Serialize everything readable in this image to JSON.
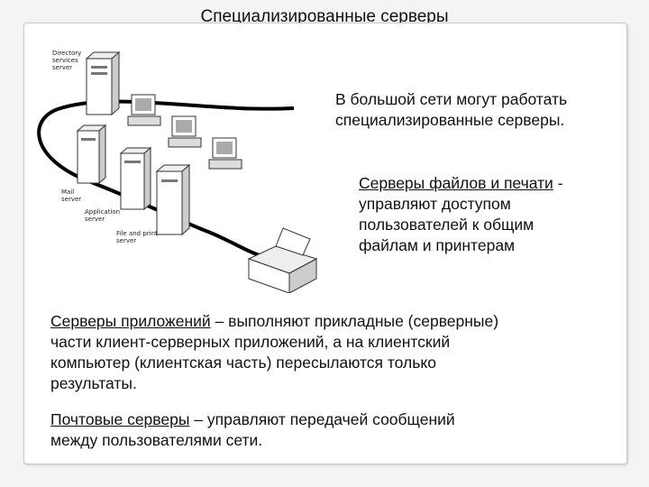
{
  "slide": {
    "title": "Специализированные серверы",
    "intro_line1": "В большой сети могут работать",
    "intro_line2": "специализированные серверы.",
    "file_print": {
      "term": "Серверы файлов и печати",
      "rest_line1": " -",
      "line2": "управляют доступом",
      "line3": "пользователей к общим",
      "line4": "файлам и принтерам"
    },
    "app_servers": {
      "term": "Серверы приложений",
      "rest_line1": " – выполняют прикладные (серверные)",
      "line2": "части клиент-серверных приложений, а на клиентский",
      "line3": "компьютер (клиентская часть) пересылаются только",
      "line4": "результаты."
    },
    "mail_servers": {
      "term": "Почтовые серверы",
      "rest_line1": " – управляют передачей сообщений",
      "line2": "между пользователями сети."
    }
  },
  "diagram": {
    "labels": {
      "directory": [
        "Directory",
        "services",
        "server"
      ],
      "mail": [
        "Mail",
        "server"
      ],
      "application": [
        "Application",
        "server"
      ],
      "file_print": [
        "File and print",
        "server"
      ]
    }
  }
}
